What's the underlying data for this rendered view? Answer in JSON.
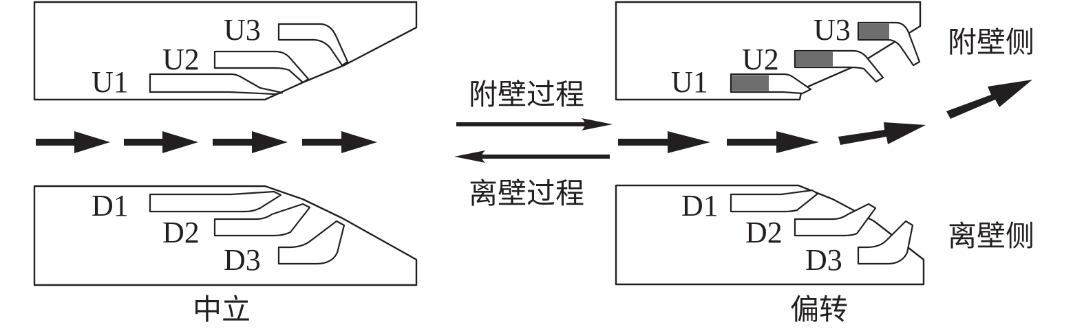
{
  "diagram": {
    "panels": [
      {
        "id": "neutral",
        "caption": "中立",
        "upper_slots": [
          "U1",
          "U2",
          "U3"
        ],
        "lower_slots": [
          "D1",
          "D2",
          "D3"
        ],
        "upper_filled": false
      },
      {
        "id": "deflected",
        "caption": "偏转",
        "upper_slots": [
          "U1",
          "U2",
          "U3"
        ],
        "lower_slots": [
          "D1",
          "D2",
          "D3"
        ],
        "upper_filled": true,
        "side_labels": {
          "upper": "附壁侧",
          "lower": "离壁侧"
        }
      }
    ],
    "processes": {
      "forward": "附壁过程",
      "backward": "离壁过程"
    },
    "colors": {
      "ink": "#231f20",
      "slot_fill": "#6e6e6e",
      "background": "#ffffff"
    }
  }
}
